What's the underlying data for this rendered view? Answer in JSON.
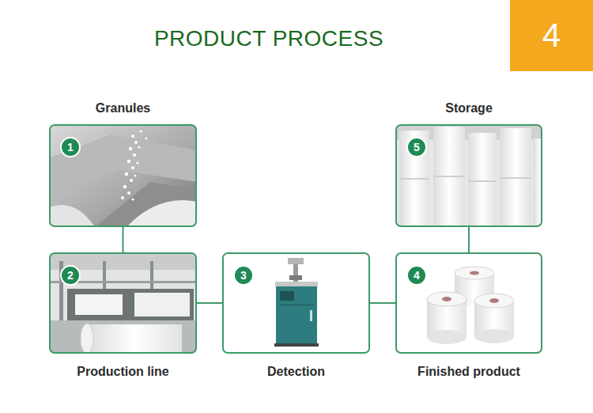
{
  "diagram": {
    "title": "PRODUCT PROCESS",
    "nodes": [
      {
        "text": [
          "4"
        ]
      },
      {
        "text": [
          "Granules",
          "1"
        ]
      },
      {
        "text": [
          "Storage",
          "5"
        ]
      },
      {
        "text": [
          "Production line",
          "2"
        ]
      },
      {
        "text": [
          "Detection",
          "3"
        ]
      },
      {
        "text": [
          "Finished product",
          "4"
        ]
      }
    ],
    "edges": [
      {
        "from": 1,
        "to": 3,
        "arrow": "none"
      },
      {
        "from": 3,
        "to": 4,
        "arrow": "none"
      },
      {
        "from": 4,
        "to": 5,
        "arrow": "none"
      },
      {
        "from": 5,
        "to": 2,
        "arrow": "none"
      }
    ]
  }
}
